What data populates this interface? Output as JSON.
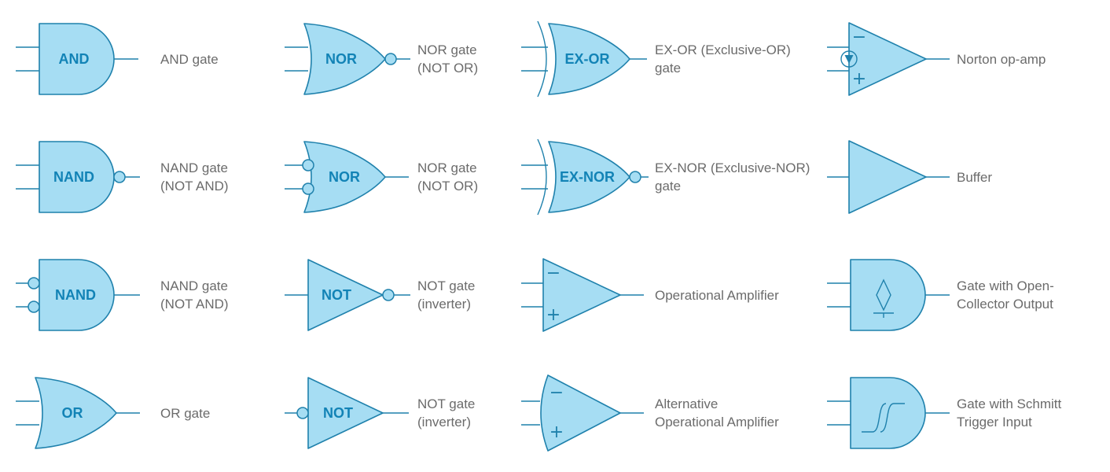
{
  "colors": {
    "fill": "#a6ddf3",
    "stroke": "#1f81ac",
    "gate_text": "#1283b6",
    "label_text": "#6b6b6b"
  },
  "legend": {
    "rows": [
      {
        "cells": [
          {
            "symbol": "and-gate",
            "gate_text": "AND",
            "label": "AND gate"
          },
          {
            "symbol": "nor-gate-output-bubble",
            "gate_text": "NOR",
            "label": "NOR gate\n(NOT OR)"
          },
          {
            "symbol": "ex-or-gate",
            "gate_text": "EX-OR",
            "label": "EX-OR (Exclusive-OR)\ngate"
          },
          {
            "symbol": "norton-op-amp",
            "gate_text": "",
            "minus": "−",
            "plus": "+",
            "label": "Norton op-amp"
          }
        ]
      },
      {
        "cells": [
          {
            "symbol": "nand-gate-output-bubble",
            "gate_text": "NAND",
            "label": "NAND gate\n(NOT AND)"
          },
          {
            "symbol": "nor-gate-input-bubbles",
            "gate_text": "NOR",
            "label": "NOR gate\n(NOT OR)"
          },
          {
            "symbol": "ex-nor-gate",
            "gate_text": "EX-NOR",
            "label": "EX-NOR (Exclusive-NOR)\ngate"
          },
          {
            "symbol": "buffer",
            "gate_text": "",
            "label": "Buffer"
          }
        ]
      },
      {
        "cells": [
          {
            "symbol": "nand-gate-input-bubbles",
            "gate_text": "NAND",
            "label": "NAND gate\n(NOT AND)"
          },
          {
            "symbol": "not-gate-output-bubble",
            "gate_text": "NOT",
            "label": "NOT gate\n(inverter)"
          },
          {
            "symbol": "operational-amplifier",
            "gate_text": "",
            "minus": "−",
            "plus": "+",
            "label": "Operational Amplifier"
          },
          {
            "symbol": "gate-open-collector",
            "gate_text": "",
            "label": "Gate with Open-\nCollector Output"
          }
        ]
      },
      {
        "cells": [
          {
            "symbol": "or-gate",
            "gate_text": "OR",
            "label": "OR gate"
          },
          {
            "symbol": "not-gate-input-bubble",
            "gate_text": "NOT",
            "label": "NOT gate\n(inverter)"
          },
          {
            "symbol": "alternative-operational-amplifier",
            "gate_text": "",
            "minus": "−",
            "plus": "+",
            "label": "Alternative\nOperational Amplifier"
          },
          {
            "symbol": "gate-schmitt-trigger",
            "gate_text": "",
            "label": "Gate with Schmitt\nTrigger Input"
          }
        ]
      }
    ]
  }
}
